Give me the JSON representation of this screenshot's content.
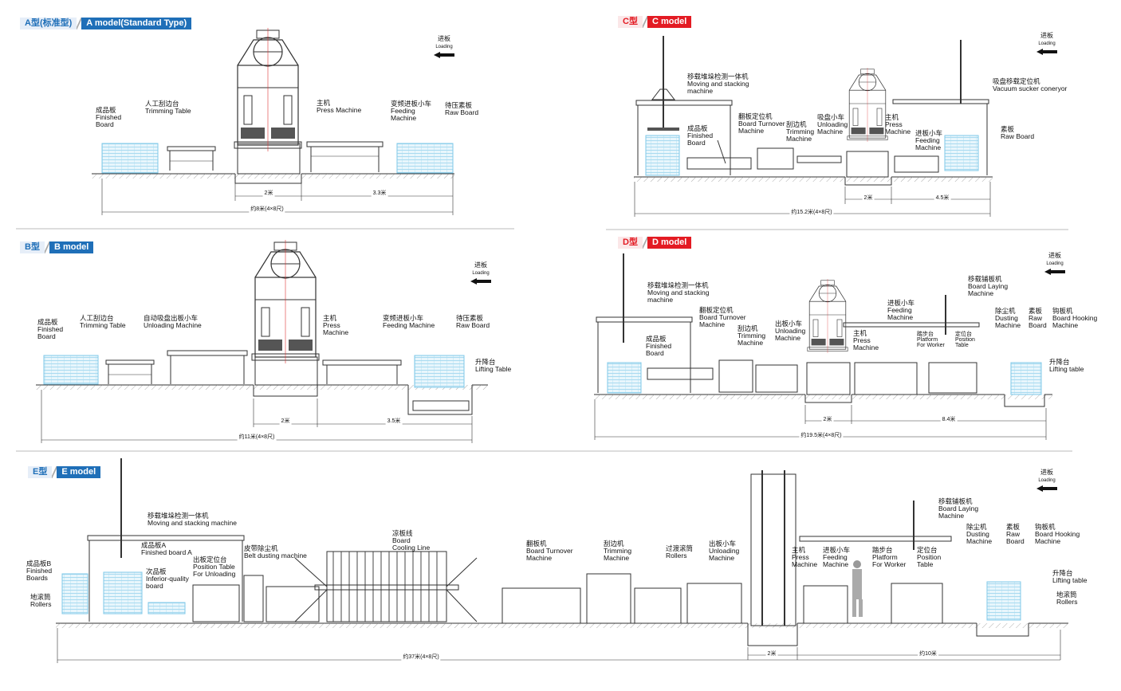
{
  "sections": {
    "a": {
      "zh": "A型(标准型)",
      "en": "A model(Standard Type)",
      "dim1": "2米",
      "dim2": "3.3米",
      "dim_total": "约8米(4×8尺)"
    },
    "b": {
      "zh": "B型",
      "en": "B model",
      "dim1": "2米",
      "dim2": "3.5米",
      "dim_total": "约11米(4×8尺)"
    },
    "c": {
      "zh": "C型",
      "en": "C model",
      "dim1": "2米",
      "dim2": "4.5米",
      "dim_total": "约15.2米(4×8尺)"
    },
    "d": {
      "zh": "D型",
      "en": "D model",
      "dim1": "2米",
      "dim2": "8.4米",
      "dim_total": "约19.5米(4×8尺)"
    },
    "e": {
      "zh": "E型",
      "en": "E model",
      "dim1": "2米",
      "dim2": "约10米",
      "dim_total": "约37米(4×8尺)"
    }
  },
  "loading": {
    "zh": "进板",
    "en": "Loading"
  },
  "labels": {
    "finished_board": [
      "成品板",
      "Finished",
      "Board"
    ],
    "trimming_table": [
      "人工刮边台",
      "Trimming Table"
    ],
    "press_machine": [
      "主机",
      "Press Machine"
    ],
    "feeding_machine_a": [
      "变频进板小车",
      "Feeding",
      "Machine"
    ],
    "raw_board": [
      "待压素板",
      "Raw Board"
    ],
    "b_finished_board": [
      "成品板",
      "Finished",
      "Board"
    ],
    "b_trimming_table": [
      "人工刮边台",
      "Trimming Table"
    ],
    "b_unloading": [
      "自动吸盘出板小车",
      "Unloading Machine"
    ],
    "b_press": [
      "主机",
      "Press",
      "Machine"
    ],
    "b_feeding": [
      "变频进板小车",
      "Feeding Machine"
    ],
    "b_raw_board": [
      "待压素板",
      "Raw Board"
    ],
    "b_lifting": [
      "升降台",
      "Lifting Table"
    ],
    "c_moving": [
      "移载堆垛检测一体机",
      "Moving and stacking",
      "machine"
    ],
    "c_finished": [
      "成品板",
      "Finished",
      "Board"
    ],
    "c_turnover": [
      "翻板定位机",
      "Board Turnover",
      "Machine"
    ],
    "c_trimming": [
      "刮边机",
      "Trimming",
      "Machine"
    ],
    "c_unloading": [
      "吸盘小车",
      "Unloading",
      "Machine"
    ],
    "c_press": [
      "主机",
      "Press",
      "Machine"
    ],
    "c_feeding": [
      "进板小车",
      "Feeding",
      "Machine"
    ],
    "c_vacuum": [
      "吸盘移载定位机",
      "Vacuum sucker coneryor"
    ],
    "c_raw": [
      "素板",
      "Raw Board"
    ],
    "d_moving": [
      "移载堆垛检测一体机",
      "Moving and stacking",
      "machine"
    ],
    "d_turnover": [
      "翻板定位机",
      "Board Turnover",
      "Machine"
    ],
    "d_finished": [
      "成品板",
      "Finished",
      "Board"
    ],
    "d_trimming": [
      "刮边机",
      "Trimming",
      "Machine"
    ],
    "d_unloading": [
      "出板小车",
      "Unloading",
      "Machine"
    ],
    "d_press": [
      "主机",
      "Press",
      "Machine"
    ],
    "d_feeding": [
      "进板小车",
      "Feeding",
      "Machine"
    ],
    "d_platform": [
      "踏步台",
      "Platform",
      "For Worker"
    ],
    "d_position": [
      "定位台",
      "Position",
      "Table"
    ],
    "d_laying": [
      "移载铺板机",
      "Board Laying",
      "Machine"
    ],
    "d_dusting": [
      "除尘机",
      "Dusting",
      "Machine"
    ],
    "d_raw": [
      "素板",
      "Raw",
      "Board"
    ],
    "d_hooking": [
      "钩板机",
      "Board Hooking",
      "Machine"
    ],
    "d_lifting": [
      "升降台",
      "Lifting table"
    ],
    "e_moving": [
      "移载堆垛检测一体机",
      "Moving and stacking machine"
    ],
    "e_finished_a": [
      "成品板A",
      "Finished board A"
    ],
    "e_finished_b": [
      "成品板B",
      "Finished",
      "Boards"
    ],
    "e_rollers_left": [
      "地滚筒",
      "Rollers"
    ],
    "e_inferior": [
      "次品板",
      "Inferior-quality",
      "board"
    ],
    "e_position_unload": [
      "出板定位台",
      "Position Table",
      "For Unloading"
    ],
    "e_belt": [
      "皮带除尘机",
      "Belt dusting machine"
    ],
    "e_cooling": [
      "凉板线",
      "Board",
      "Cooling Line"
    ],
    "e_turnover": [
      "翻板机",
      "Board Turnover",
      "Machine"
    ],
    "e_trimming": [
      "刮边机",
      "Trimming",
      "Machine"
    ],
    "e_trans_rollers": [
      "过渡滚筒",
      "Rollers"
    ],
    "e_unloading": [
      "出板小车",
      "Unloading",
      "Machine"
    ],
    "e_press": [
      "主机",
      "Press",
      "Machine"
    ],
    "e_feeding": [
      "进板小车",
      "Feeding",
      "Machine"
    ],
    "e_platform": [
      "踏步台",
      "Platform",
      "For Worker"
    ],
    "e_position": [
      "定位台",
      "Position",
      "Table"
    ],
    "e_laying": [
      "移载铺板机",
      "Board Laying",
      "Machine"
    ],
    "e_dusting": [
      "除尘机",
      "Dusting",
      "Machine"
    ],
    "e_raw": [
      "素板",
      "Raw",
      "Board"
    ],
    "e_hooking": [
      "钩板机",
      "Board Hooking",
      "Machine"
    ],
    "e_lifting": [
      "升降台",
      "Lifting table"
    ],
    "e_rollers_right": [
      "地滚筒",
      "Rollers"
    ]
  },
  "colors": {
    "blue": "#1f6fb8",
    "red": "#e31b23",
    "board": "#7fc8e8",
    "line": "#222222"
  }
}
